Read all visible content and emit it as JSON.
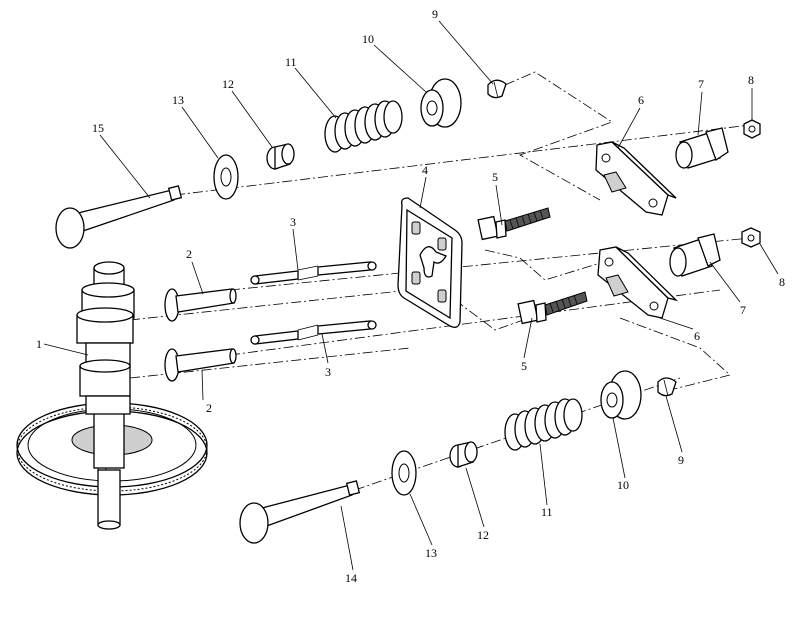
{
  "callouts": {
    "c1": "1",
    "c2a": "2",
    "c2b": "2",
    "c3a": "3",
    "c3b": "3",
    "c4": "4",
    "c5a": "5",
    "c5b": "5",
    "c6a": "6",
    "c6b": "6",
    "c7a": "7",
    "c7b": "7",
    "c8a": "8",
    "c8b": "8",
    "c9a": "9",
    "c9b": "9",
    "c10a": "10",
    "c10b": "10",
    "c11a": "11",
    "c11b": "11",
    "c12a": "12",
    "c12b": "12",
    "c13a": "13",
    "c13b": "13",
    "c14": "14",
    "c15": "15"
  }
}
